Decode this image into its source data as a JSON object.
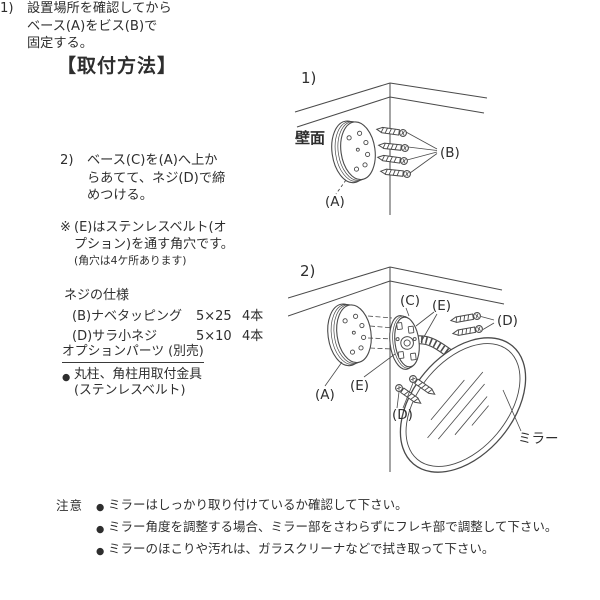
{
  "title": "【取付方法】",
  "steps": [
    {
      "num": "1)",
      "lines": [
        "設置場所を確認してから",
        "ベース(A)をビス(B)で",
        "固定する。"
      ]
    },
    {
      "num": "2)",
      "lines": [
        "ベース(C)を(A)へ上か",
        "らあてて、ネジ(D)で締",
        "めつける。"
      ]
    }
  ],
  "note": {
    "marker": "※",
    "lines": [
      "(E)はステンレスベルト(オ",
      "プション)を通す角穴です。"
    ],
    "sub": "(角穴は4ケ所あります)"
  },
  "screw_spec": {
    "heading": "ネジの仕様",
    "rows": [
      {
        "name": "(B)ナベタッピング",
        "size": "5×25",
        "qty": "4本"
      },
      {
        "name": "(D)サラ小ネジ",
        "size": "5×10",
        "qty": "4本"
      }
    ]
  },
  "options": {
    "heading": "オプションパーツ (別売)",
    "bullet": "●",
    "lines": [
      "丸柱、角柱用取付金具",
      "(ステンレスベルト)"
    ]
  },
  "caution": {
    "label": "注意",
    "bullet": "●",
    "items": [
      "ミラーはしっかり取り付けているか確認して下さい。",
      "ミラー角度を調整する場合、ミラー部をさわらずにフレキ部で調整して下さい。",
      "ミラーのほこりや汚れは、ガラスクリーナなどで拭き取って下さい。"
    ]
  },
  "figure1": {
    "num": "1)",
    "wall_label": "壁面",
    "part_a": "(A)",
    "part_b": "(B)"
  },
  "figure2": {
    "num": "2)",
    "part_a": "(A)",
    "part_c": "(C)",
    "part_d": "(D)",
    "part_e": "(E)",
    "mirror_label": "ミラー"
  },
  "colors": {
    "ink": "#2e2e2e",
    "line": "#4a4a4a",
    "background": "#ffffff"
  }
}
